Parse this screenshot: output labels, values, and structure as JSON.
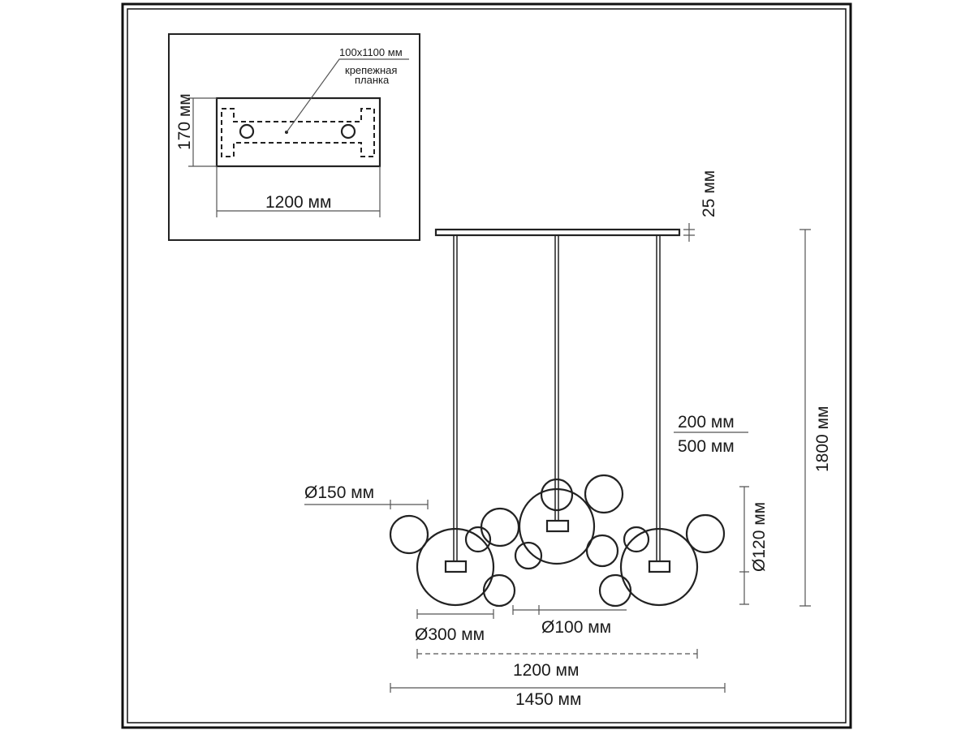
{
  "inset": {
    "bracket_size": "100x1100 мм",
    "bracket_label_1": "крепежная",
    "bracket_label_2": "планка",
    "height": "170 мм",
    "width": "1200 мм"
  },
  "main": {
    "canopy_height": "25 мм",
    "total_height": "1800 мм",
    "adjust_min": "200 мм",
    "adjust_max": "500 мм",
    "shade_150": "Ø150 мм",
    "shade_120": "Ø120 мм",
    "shade_300": "Ø300 мм",
    "shade_100": "Ø100 мм",
    "canopy_width": "1200 мм",
    "total_width": "1450 мм"
  }
}
